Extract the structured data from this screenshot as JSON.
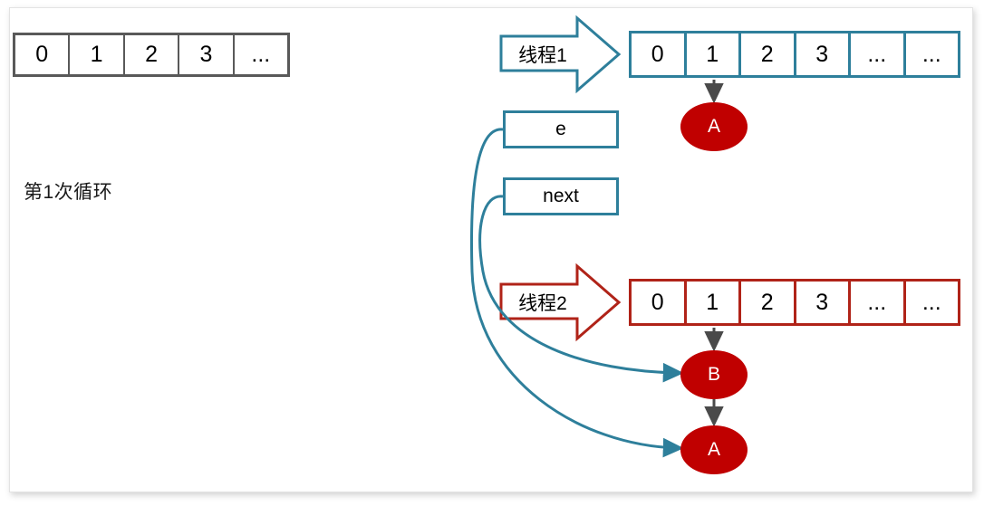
{
  "diagram": {
    "title_label": "第1次循环",
    "colors": {
      "teal": "#2E7F9B",
      "red_border": "#B02318",
      "red_fill": "#C00000",
      "gray": "#595959",
      "arrow_gray": "#4A4A4A"
    },
    "left_table": {
      "name": "initial-array",
      "cells": [
        "0",
        "1",
        "2",
        "3",
        "..."
      ]
    },
    "thread1": {
      "label": "线程1",
      "table": {
        "cells": [
          "0",
          "1",
          "2",
          "3",
          "...",
          "..."
        ]
      },
      "node": "A"
    },
    "thread2": {
      "label": "线程2",
      "table": {
        "cells": [
          "0",
          "1",
          "2",
          "3",
          "...",
          "..."
        ]
      },
      "nodes": [
        "B",
        "A"
      ]
    },
    "variables": [
      {
        "name": "e",
        "label": "e"
      },
      {
        "name": "next",
        "label": "next"
      }
    ]
  }
}
